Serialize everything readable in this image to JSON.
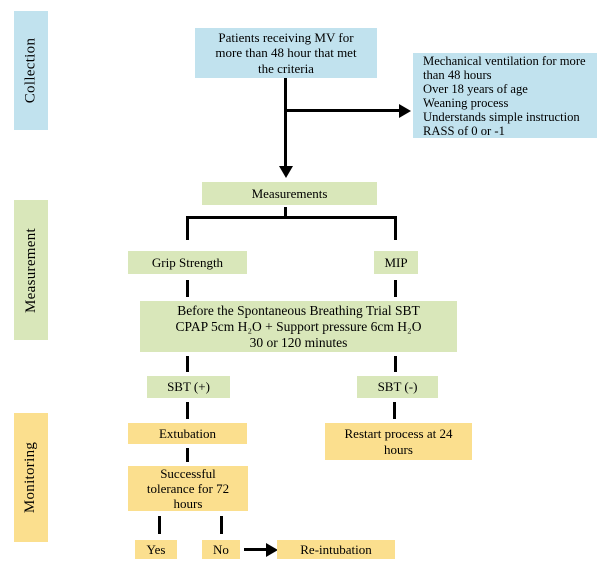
{
  "sidebar": {
    "collection": "Collection",
    "measurement": "Measurement",
    "monitoring": "Monitoring"
  },
  "nodes": {
    "patients": "Patients receiving MV for\nmore than 48 hour that met\nthe criteria",
    "criteria": "Mechanical ventilation for more\nthan 48 hours\nOver 18 years of age\nWeaning process\nUnderstands simple instruction\nRASS of 0 or -1",
    "measurements": "Measurements",
    "grip_strength": "Grip Strength",
    "mip": "MIP",
    "sbt": "Before the Spontaneous Breathing Trial SBT\nCPAP 5cm H₂O + Support pressure 6cm H₂O\n30 or 120 minutes",
    "sbt_positive": "SBT (+)",
    "sbt_negative": "SBT (-)",
    "extubation": "Extubation",
    "restart": "Restart process at 24\nhours",
    "success": "Successful\ntolerance for 72\nhours",
    "yes": "Yes",
    "no": "No",
    "reintubation": "Re-intubation"
  },
  "colors": {
    "collection_blue": "#c1e2ee",
    "measurement_green": "#d9e7ba",
    "monitoring_yellow": "#fbdf8e",
    "line_black": "#000000"
  }
}
